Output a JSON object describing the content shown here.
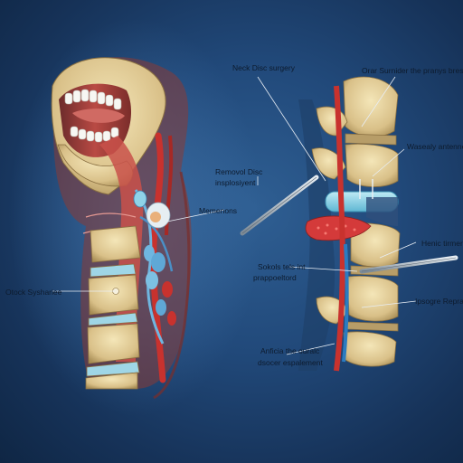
{
  "labels": {
    "neck_disc_surgery": "Neck Disc surgery",
    "oral_surnider": "Orar Surnider the pranys bres",
    "removal_disc": "Removol Disc",
    "implant": "insplosiyent",
    "memenons": "Memenons",
    "wasealy": "Wasealy antenne",
    "otck": "Otock Syshariee",
    "heric_tirmer": "Henic tirmer",
    "sokols_1": "Sokols tels int",
    "sokols_2": "prappoeltord",
    "ipsogre": "Ipsogre Repranion",
    "anficia_1": "Anficia the ouralc",
    "anficia_2": "dsocer espalement"
  },
  "colors": {
    "bone": "#e6d39a",
    "disc": "#8fd3e8",
    "artery": "#c8322e",
    "nerve": "#6fb6e0",
    "background": "#21497a"
  },
  "icons": [
    "scalpel-icon",
    "surgical-probe-icon"
  ]
}
